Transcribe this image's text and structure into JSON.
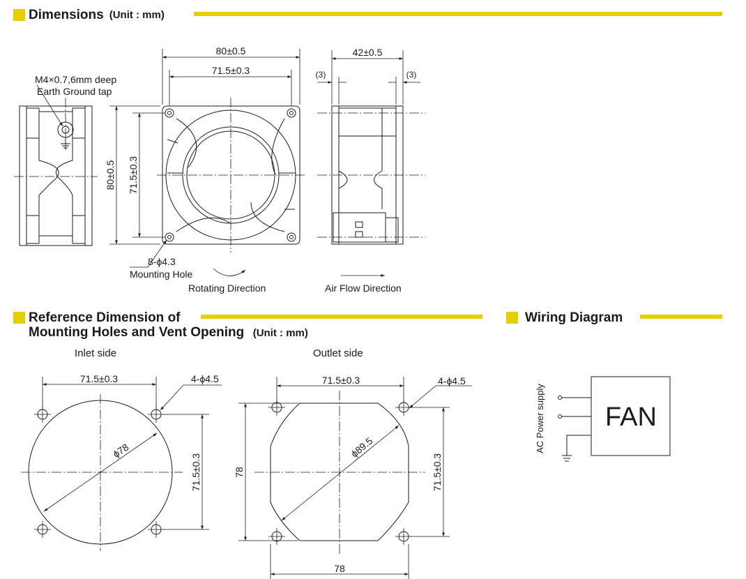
{
  "accent_color": "#e6cf00",
  "sections": {
    "dimensions": {
      "title": "Dimensions",
      "unit": "(Unit : mm)"
    },
    "reference": {
      "title_line1": "Reference Dimension of",
      "title_line2": "Mounting Holes and Vent Opening",
      "unit": "(Unit : mm)"
    },
    "wiring": {
      "title": "Wiring Diagram"
    }
  },
  "dimensions": {
    "outer_width": "80±0.5",
    "hole_pitch_h": "71.5±0.3",
    "outer_height": "80±0.5",
    "hole_pitch_v": "71.5±0.3",
    "depth": "42±0.5",
    "flange_left": "(3)",
    "flange_right": "(3)",
    "tap_note_line1": "M4×0.7,6mm deep",
    "tap_note_line2": "Earth Ground tap",
    "mounting_hole_count": "8-ϕ4.3",
    "mounting_hole_label": "Mounting Hole",
    "rotating_label": "Rotating Direction",
    "airflow_label": "Air Flow Direction"
  },
  "reference": {
    "inlet_side": "Inlet side",
    "outlet_side": "Outlet side",
    "inlet_pitch_h": "71.5±0.3",
    "inlet_pitch_v": "71.5±0.3",
    "inlet_holes": "4-ϕ4.5",
    "inlet_diameter": "ϕ78",
    "outlet_pitch_h": "71.5±0.3",
    "outlet_pitch_v": "71.5±0.3",
    "outlet_holes": "4-ϕ4.5",
    "outlet_diameter": "ϕ89.5",
    "outlet_height": "78",
    "outlet_width": "78"
  },
  "wiring": {
    "supply_label": "AC Power supply",
    "device_label": "FAN"
  }
}
